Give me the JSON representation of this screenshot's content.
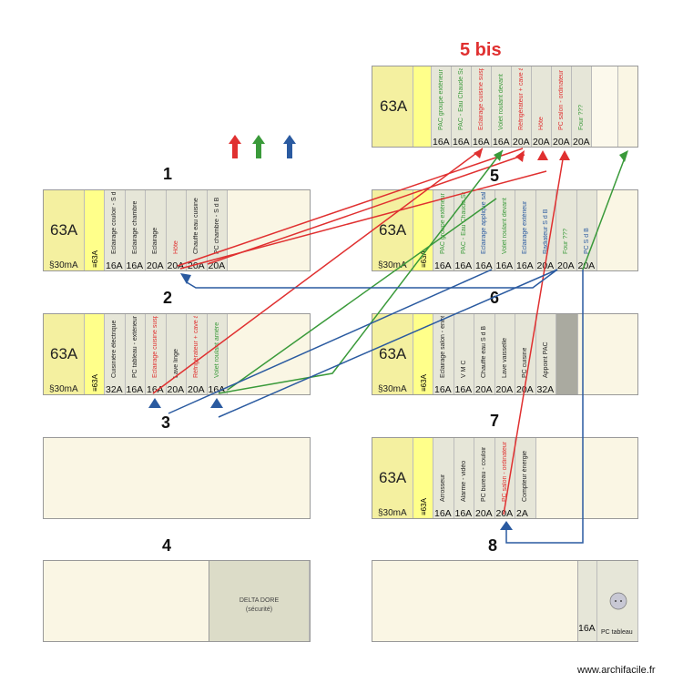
{
  "colors": {
    "red": "#e03030",
    "green": "#3a9a3a",
    "blue": "#2a5aa0",
    "black": "#222222"
  },
  "title_5bis": "5 bis",
  "panel_numbers": {
    "p1": "1",
    "p2": "2",
    "p3": "3",
    "p4": "4",
    "p5": "5",
    "p6": "6",
    "p7": "7",
    "p8": "8"
  },
  "rail1": {
    "main": "63A",
    "diff_label": "§30mA",
    "diff_rating": "≡63A",
    "breakers": [
      {
        "label": "Eclairage couloir - S d B",
        "amp": "16A",
        "color": "black"
      },
      {
        "label": "Eclairage chambre",
        "amp": "16A",
        "color": "black"
      },
      {
        "label": "Eclairage",
        "amp": "20A",
        "color": "black"
      },
      {
        "label": "Hôte",
        "amp": "20A",
        "color": "red"
      },
      {
        "label": "Chauffe eau cuisine",
        "amp": "20A",
        "color": "black"
      },
      {
        "label": "PC chambre - S d B",
        "amp": "20A",
        "color": "black"
      }
    ]
  },
  "rail2": {
    "main": "63A",
    "diff_label": "§30mA",
    "diff_rating": "≡63A",
    "breakers": [
      {
        "label": "Cuisinière électrique",
        "amp": "32A",
        "color": "black"
      },
      {
        "label": "PC tableau - extérieur",
        "amp": "16A",
        "color": "black"
      },
      {
        "label": "Eclairage cuisine suspente table",
        "amp": "16A",
        "color": "red"
      },
      {
        "label": "Lave linge",
        "amp": "20A",
        "color": "black"
      },
      {
        "label": "Réfrigérateur + cave à vin",
        "amp": "20A",
        "color": "red"
      },
      {
        "label": "Volet roulant arrière",
        "amp": "16A",
        "color": "green"
      }
    ]
  },
  "rail4": {
    "delta_title": "DELTA DORE",
    "delta_sub": "(sécurité)"
  },
  "rail5bis": {
    "main": "63A",
    "breakers": [
      {
        "label": "PAC groupe extérieur",
        "amp": "16A",
        "color": "green"
      },
      {
        "label": "PAC - Eau Chaude Sanit.",
        "amp": "16A",
        "color": "green"
      },
      {
        "label": "Eclairage cuisine suspente table",
        "amp": "16A",
        "color": "red"
      },
      {
        "label": "Volet roulant devant",
        "amp": "16A",
        "color": "green"
      },
      {
        "label": "Réfrigérateur + cave à vin",
        "amp": "20A",
        "color": "red"
      },
      {
        "label": "Hôte",
        "amp": "20A",
        "color": "red"
      },
      {
        "label": "PC salon - ordinateur",
        "amp": "20A",
        "color": "red"
      },
      {
        "label": "Four ???",
        "amp": "20A",
        "color": "green"
      }
    ]
  },
  "rail5": {
    "main": "63A",
    "diff_label": "§30mA",
    "diff_rating": "≡63A",
    "breakers": [
      {
        "label": "PAC groupe extérieur",
        "amp": "16A",
        "color": "green"
      },
      {
        "label": "PAC - Eau Chaude Sanit.",
        "amp": "16A",
        "color": "green"
      },
      {
        "label": "Eclairage applique salon",
        "amp": "16A",
        "color": "blue"
      },
      {
        "label": "Volet roulant devant",
        "amp": "16A",
        "color": "green"
      },
      {
        "label": "Eclairage extérieur",
        "amp": "16A",
        "color": "blue"
      },
      {
        "label": "Radiateur S d B",
        "amp": "20A",
        "color": "blue"
      },
      {
        "label": "Four ???",
        "amp": "20A",
        "color": "green"
      },
      {
        "label": "PC S d B",
        "amp": "20A",
        "color": "blue"
      }
    ]
  },
  "rail6": {
    "main": "63A",
    "diff_label": "§30mA",
    "diff_rating": "≡63A",
    "breakers": [
      {
        "label": "Eclairage salon - entrée",
        "amp": "16A",
        "color": "black"
      },
      {
        "label": "V M C",
        "amp": "16A",
        "color": "black"
      },
      {
        "label": "Chauffe eau S d B",
        "amp": "20A",
        "color": "black"
      },
      {
        "label": "Lave vaisselle",
        "amp": "20A",
        "color": "black"
      },
      {
        "label": "PC cuisine",
        "amp": "20A",
        "color": "black"
      },
      {
        "label": "Appoint PAC",
        "amp": "32A",
        "color": "black"
      }
    ]
  },
  "rail7": {
    "main": "63A",
    "diff_label": "§30mA",
    "diff_rating": "≡63A",
    "breakers": [
      {
        "label": "Arrosseur",
        "amp": "16A",
        "color": "black"
      },
      {
        "label": "Alarme - vidéo",
        "amp": "16A",
        "color": "black"
      },
      {
        "label": "PC bureau - couloir",
        "amp": "20A",
        "color": "black"
      },
      {
        "label": "PC salon - ordinateur",
        "amp": "20A",
        "color": "red"
      },
      {
        "label": "Compteur énergie",
        "amp": "2A",
        "color": "black"
      }
    ]
  },
  "rail8": {
    "amp": "16A",
    "pc_label": "PC tableau"
  },
  "footer": "www.archifacile.fr"
}
